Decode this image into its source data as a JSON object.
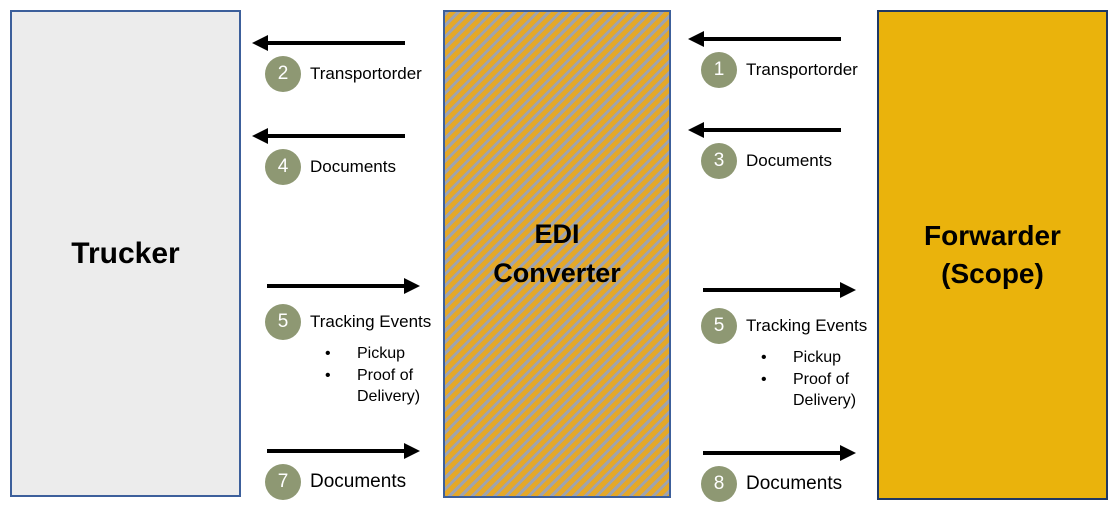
{
  "colors": {
    "gold": "#EAB30C",
    "gold_hatch": "#E4A829",
    "stripe_gray": "#9FA3AE",
    "border_blue": "#3C5F9B",
    "border_navy": "#1F3864",
    "badge_green": "#8E9873",
    "trucker_fill": "#ECECEC",
    "arrow": "#000000",
    "text": "#000000"
  },
  "boxes": {
    "trucker": {
      "title": "Trucker"
    },
    "edi_converter": {
      "title": "EDI Converter"
    },
    "forwarder": {
      "title": "Forwarder (Scope)"
    }
  },
  "flows": {
    "trucker_edi": [
      {
        "number": "2",
        "label": "Transportorder",
        "direction": "left"
      },
      {
        "number": "4",
        "label": "Documents",
        "direction": "left"
      },
      {
        "number": "5",
        "label": "Tracking Events",
        "direction": "right",
        "bullets": [
          "Pickup",
          "Proof of Delivery)"
        ]
      },
      {
        "number": "7",
        "label": "Documents",
        "direction": "right"
      }
    ],
    "edi_forwarder": [
      {
        "number": "1",
        "label": "Transportorder",
        "direction": "left"
      },
      {
        "number": "3",
        "label": "Documents",
        "direction": "left"
      },
      {
        "number": "5",
        "label": "Tracking Events",
        "direction": "right",
        "bullets": [
          "Pickup",
          "Proof of Delivery)"
        ]
      },
      {
        "number": "8",
        "label": "Documents",
        "direction": "right"
      }
    ]
  }
}
